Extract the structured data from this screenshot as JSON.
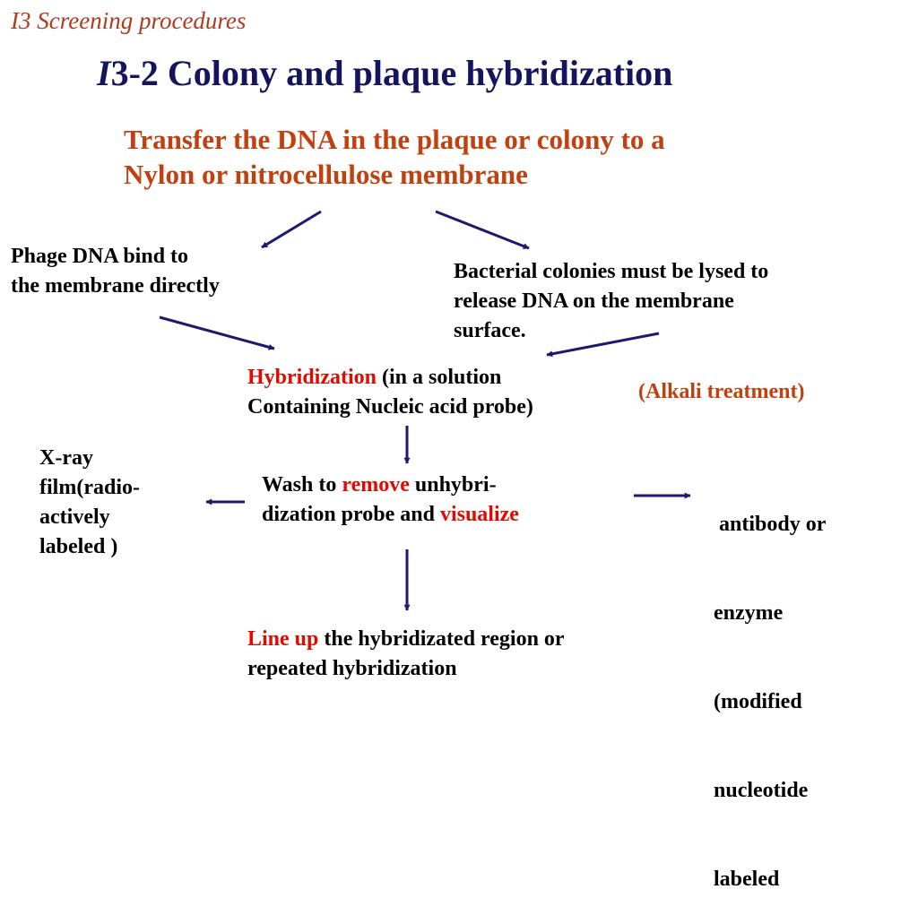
{
  "header": {
    "tag": "I3  Screening procedures"
  },
  "title": {
    "prefix": "I",
    "rest": "3-2 Colony and plaque hybridization"
  },
  "subtitle": {
    "line1": "Transfer the DNA in the plaque or colony to a",
    "line2": "Nylon or nitrocellulose membrane"
  },
  "phage": {
    "line1": "Phage DNA bind to",
    "line2": "the membrane directly"
  },
  "bacterial": {
    "line1": "Bacterial colonies must be lysed to",
    "line2": "release DNA on the membrane",
    "line3": "surface."
  },
  "alkali": "(Alkali treatment)",
  "hybrid": {
    "highlight": "Hybridization",
    "rest1": " (in a solution",
    "line2": "Containing Nucleic acid probe)"
  },
  "xray": {
    "line1": "X-ray",
    "line2": "film(radio-",
    "line3": "actively",
    "line4": "labeled )"
  },
  "wash": {
    "part1": "Wash to ",
    "remove": "remove",
    "part2": " unhybri-",
    "part3": "dization probe and ",
    "visualize": "visualize"
  },
  "antibody": {
    "line1": " antibody or",
    "line2": "enzyme",
    "line3": "(modified",
    "line4": "nucleotide",
    "line5": "labeled"
  },
  "lineup": {
    "highlight": "Line up",
    "rest": " the hybridizated region or",
    "line2": "repeated hybridization"
  },
  "colors": {
    "navy": "#14145f",
    "orange": "#c0400f",
    "red": "#e00a00",
    "arrow": "#1a1a6e"
  }
}
